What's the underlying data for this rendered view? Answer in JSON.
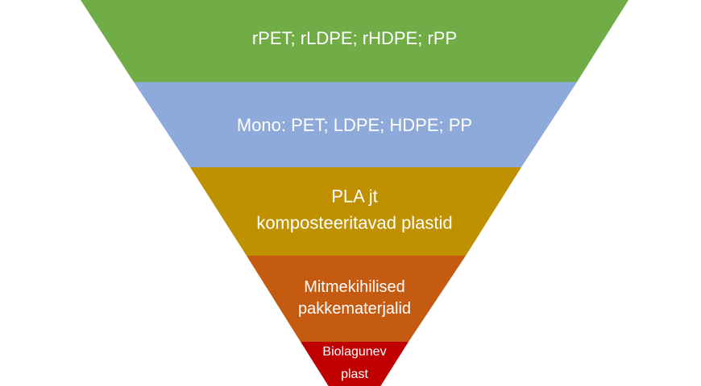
{
  "diagram": {
    "title": "",
    "tiers": [
      {
        "id": "recycled",
        "lines": [
          "rPET; rLDPE; rHDPE; rPP"
        ],
        "color": "#70ad47"
      },
      {
        "id": "mono",
        "lines": [
          "Mono: PET; LDPE; HDPE; PP"
        ],
        "color": "#8eaadb"
      },
      {
        "id": "compostable",
        "lines": [
          "PLA jt",
          "komposteeritavad plastid"
        ],
        "color": "#bf9000"
      },
      {
        "id": "multilayer",
        "lines": [
          "Mitmekihilised",
          "pakkematerjalid"
        ],
        "color": "#c55a11"
      },
      {
        "id": "biodegradable",
        "lines": [
          "Biolagunev",
          "plast"
        ],
        "color": "#c00000"
      }
    ]
  }
}
